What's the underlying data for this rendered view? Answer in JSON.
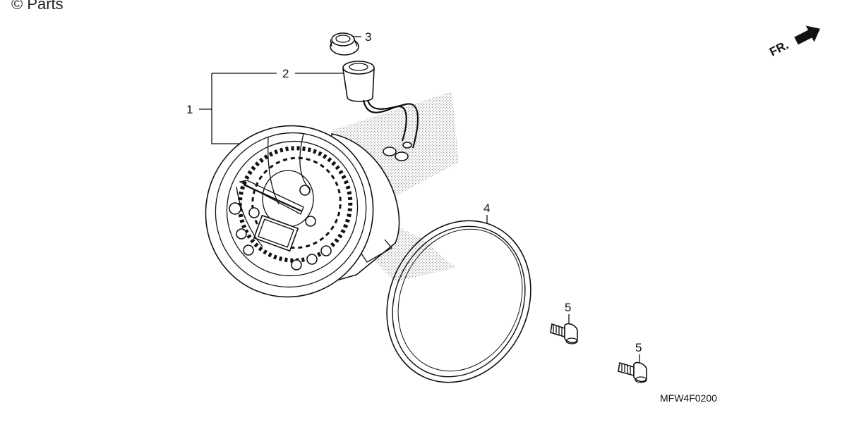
{
  "watermark": "© Parts",
  "direction_marker": {
    "label": "FR.",
    "icon": "arrow-front-icon"
  },
  "diagram_code": "MFW4F0200",
  "callouts": [
    {
      "id": "1",
      "label": "1",
      "part": "speedometer-assembly"
    },
    {
      "id": "2",
      "label": "2",
      "part": "socket-wire"
    },
    {
      "id": "3",
      "label": "3",
      "part": "bulb-socket-cap"
    },
    {
      "id": "4",
      "label": "4",
      "part": "meter-gasket-ring"
    },
    {
      "id": "5a",
      "label": "5",
      "part": "mounting-bolt"
    },
    {
      "id": "5b",
      "label": "5",
      "part": "mounting-bolt"
    }
  ]
}
